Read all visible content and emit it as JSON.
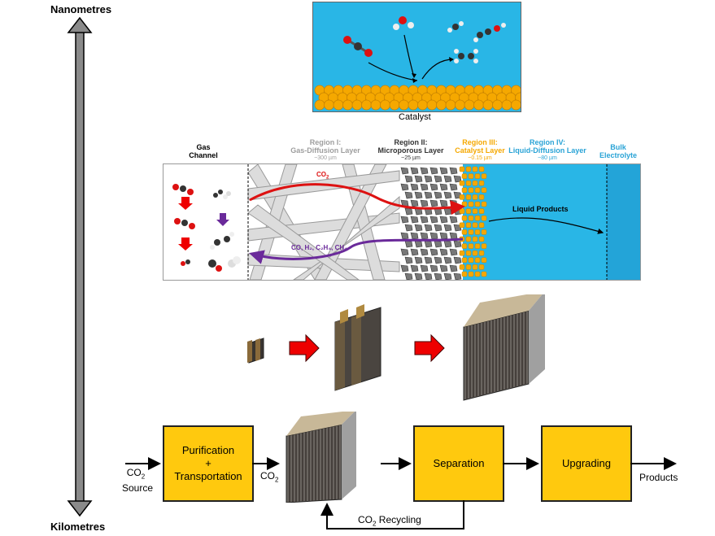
{
  "scale_axis": {
    "top_label": "Nanometres",
    "bottom_label": "Kilometres"
  },
  "catalyst_panel": {
    "label": "Catalyst",
    "background_color": "#29B6E6",
    "particle_color": "#F5A800"
  },
  "regions": {
    "gas_channel": "Gas Channel",
    "region1": {
      "title": "Region I:",
      "name": "Gas-Diffusion Layer",
      "size": "~300 µm",
      "color": "#9E9E9E"
    },
    "region2": {
      "title": "Region II:",
      "name": "Microporous Layer",
      "size": "~25 µm",
      "color": "#333333"
    },
    "region3": {
      "title": "Region III:",
      "name": "Catalyst Layer",
      "size": "~0.15 µm",
      "color": "#F5A800"
    },
    "region4": {
      "title": "Region IV:",
      "name": "Liquid-Diffusion Layer",
      "size": "~80 µm",
      "color": "#29A3D6"
    },
    "bulk": {
      "line1": "Bulk",
      "line2": "Electrolyte",
      "color": "#29A3D6"
    },
    "co2_label": "CO",
    "co2_sub": "2",
    "products_gas_label": "CO, H₂, C₂H₄, CH₄",
    "liquid_products_label": "Liquid Products"
  },
  "process": {
    "source_label_top": "CO",
    "source_label_sub": "2",
    "source_label_bottom": "Source",
    "purification": "Purification\n+\nTransportation",
    "purification_line1": "Purification",
    "purification_line2": "+",
    "purification_line3": "Transportation",
    "co2_feed": "CO",
    "co2_feed_sub": "2",
    "separation": "Separation",
    "upgrading": "Upgrading",
    "products": "Products",
    "recycling": "CO",
    "recycling_sub": "2",
    "recycling_rest": " Recycling",
    "box_color": "#FFC90E"
  }
}
